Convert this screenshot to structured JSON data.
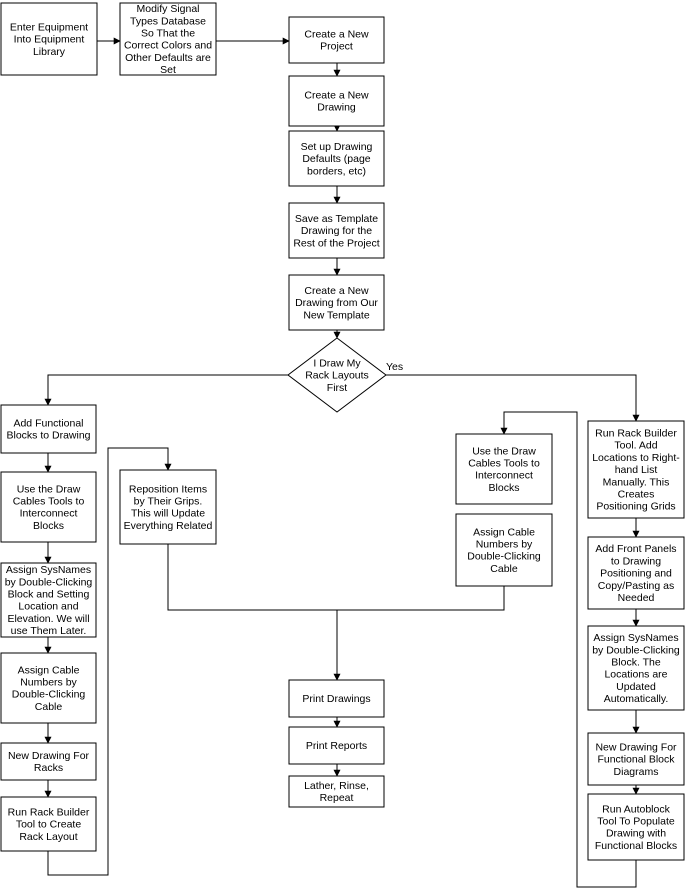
{
  "nodes": [
    {
      "id": "enter-equipment",
      "lines": [
        "Enter Equipment",
        "Into Equipment",
        "Library"
      ]
    },
    {
      "id": "modify-signal-types",
      "lines": [
        "Modify Signal",
        "Types Database",
        "So That the",
        "Correct Colors and",
        "Other Defaults are",
        "Set"
      ]
    },
    {
      "id": "create-project",
      "lines": [
        "Create a New",
        "Project"
      ]
    },
    {
      "id": "create-drawing",
      "lines": [
        "Create a New",
        "Drawing"
      ]
    },
    {
      "id": "setup-defaults",
      "lines": [
        "Set up Drawing",
        "Defaults (page",
        "borders, etc)"
      ]
    },
    {
      "id": "save-template",
      "lines": [
        "Save as Template",
        "Drawing for the",
        "Rest of the Project"
      ]
    },
    {
      "id": "new-from-template",
      "lines": [
        "Create a New",
        "Drawing from Our",
        "New Template"
      ]
    },
    {
      "id": "decision-rack-first",
      "lines": [
        "I Draw My",
        "Rack Layouts",
        "First"
      ]
    },
    {
      "id": "add-functional-blocks",
      "lines": [
        "Add Functional",
        "Blocks to Drawing"
      ]
    },
    {
      "id": "draw-cables-left",
      "lines": [
        "Use the Draw",
        "Cables Tools to",
        "Interconnect",
        "Blocks"
      ]
    },
    {
      "id": "assign-sysnames-left",
      "lines": [
        "Assign SysNames",
        "by Double-Clicking",
        "Block and Setting",
        "Location and",
        "Elevation. We will",
        "use Them Later."
      ]
    },
    {
      "id": "assign-cable-left",
      "lines": [
        "Assign Cable",
        "Numbers by",
        "Double-Clicking",
        "Cable"
      ]
    },
    {
      "id": "new-drawing-racks",
      "lines": [
        "New Drawing For",
        "Racks"
      ]
    },
    {
      "id": "run-rack-builder-left",
      "lines": [
        "Run Rack Builder",
        "Tool to Create",
        "Rack Layout"
      ]
    },
    {
      "id": "reposition-items",
      "lines": [
        "Reposition Items",
        "by Their Grips.",
        "This will Update",
        "Everything Related"
      ]
    },
    {
      "id": "draw-cables-mid",
      "lines": [
        "Use the Draw",
        "Cables Tools to",
        "Interconnect",
        "Blocks"
      ]
    },
    {
      "id": "assign-cable-mid",
      "lines": [
        "Assign Cable",
        "Numbers by",
        "Double-Clicking",
        "Cable"
      ]
    },
    {
      "id": "run-rack-builder-right",
      "lines": [
        "Run Rack Builder",
        "Tool. Add",
        "Locations to Right-",
        "hand List",
        "Manually. This",
        "Creates",
        "Positioning Grids"
      ]
    },
    {
      "id": "add-front-panels",
      "lines": [
        "Add Front Panels",
        "to Drawing",
        "Positioning and",
        "Copy/Pasting as",
        "Needed"
      ]
    },
    {
      "id": "assign-sysnames-right",
      "lines": [
        "Assign SysNames",
        "by Double-Clicking",
        "Block. The",
        "Locations are",
        "Updated",
        "Automatically."
      ]
    },
    {
      "id": "new-drawing-functional",
      "lines": [
        "New Drawing For",
        "Functional Block",
        "Diagrams"
      ]
    },
    {
      "id": "run-autoblock",
      "lines": [
        "Run Autoblock",
        "Tool To Populate",
        "Drawing with",
        "Functional Blocks"
      ]
    },
    {
      "id": "print-drawings",
      "lines": [
        "Print Drawings"
      ]
    },
    {
      "id": "print-reports",
      "lines": [
        "Print Reports"
      ]
    },
    {
      "id": "lather-rinse-repeat",
      "lines": [
        "Lather, Rinse,",
        "Repeat"
      ]
    }
  ],
  "edge_labels": {
    "yes": "Yes"
  }
}
